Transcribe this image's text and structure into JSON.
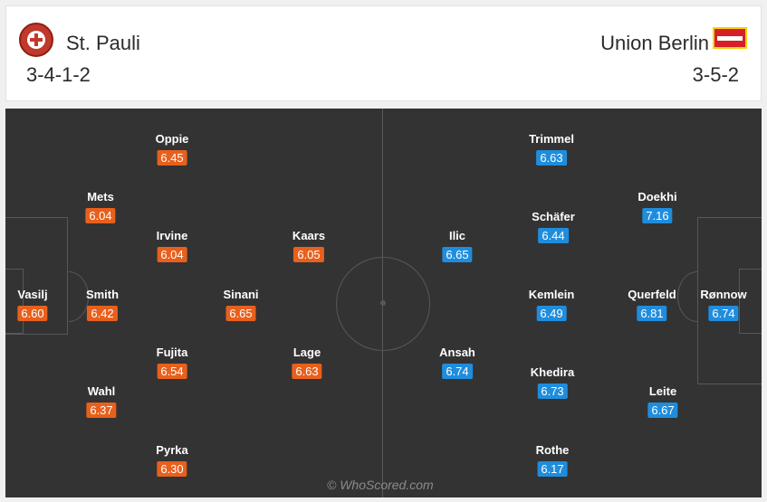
{
  "home": {
    "name": "St. Pauli",
    "formation": "3-4-1-2",
    "crest_icon": "st-pauli-crest-icon",
    "rating_color": "#e8601c",
    "players": [
      {
        "key": "vasilj",
        "name": "Vasilj",
        "rating": "6.60"
      },
      {
        "key": "mets",
        "name": "Mets",
        "rating": "6.04"
      },
      {
        "key": "smith",
        "name": "Smith",
        "rating": "6.42"
      },
      {
        "key": "wahl",
        "name": "Wahl",
        "rating": "6.37"
      },
      {
        "key": "oppie",
        "name": "Oppie",
        "rating": "6.45"
      },
      {
        "key": "irvine",
        "name": "Irvine",
        "rating": "6.04"
      },
      {
        "key": "fujita",
        "name": "Fujita",
        "rating": "6.54"
      },
      {
        "key": "pyrka",
        "name": "Pyrka",
        "rating": "6.30"
      },
      {
        "key": "sinani",
        "name": "Sinani",
        "rating": "6.65"
      },
      {
        "key": "kaars",
        "name": "Kaars",
        "rating": "6.05"
      },
      {
        "key": "lage",
        "name": "Lage",
        "rating": "6.63"
      }
    ]
  },
  "away": {
    "name": "Union Berlin",
    "formation": "3-5-2",
    "crest_icon": "union-berlin-crest-icon",
    "rating_color": "#1f8ddd",
    "players": [
      {
        "key": "ronnow",
        "name": "Rønnow",
        "rating": "6.74"
      },
      {
        "key": "doekhi",
        "name": "Doekhi",
        "rating": "7.16"
      },
      {
        "key": "querfeld",
        "name": "Querfeld",
        "rating": "6.81"
      },
      {
        "key": "leite",
        "name": "Leite",
        "rating": "6.67"
      },
      {
        "key": "trimmel",
        "name": "Trimmel",
        "rating": "6.63"
      },
      {
        "key": "schafer",
        "name": "Schäfer",
        "rating": "6.44"
      },
      {
        "key": "kemlein",
        "name": "Kemlein",
        "rating": "6.49"
      },
      {
        "key": "khedira",
        "name": "Khedira",
        "rating": "6.73"
      },
      {
        "key": "rothe",
        "name": "Rothe",
        "rating": "6.17"
      },
      {
        "key": "ilic",
        "name": "Ilic",
        "rating": "6.65"
      },
      {
        "key": "ansah",
        "name": "Ansah",
        "rating": "6.74"
      }
    ]
  },
  "watermark": "© WhoScored.com"
}
